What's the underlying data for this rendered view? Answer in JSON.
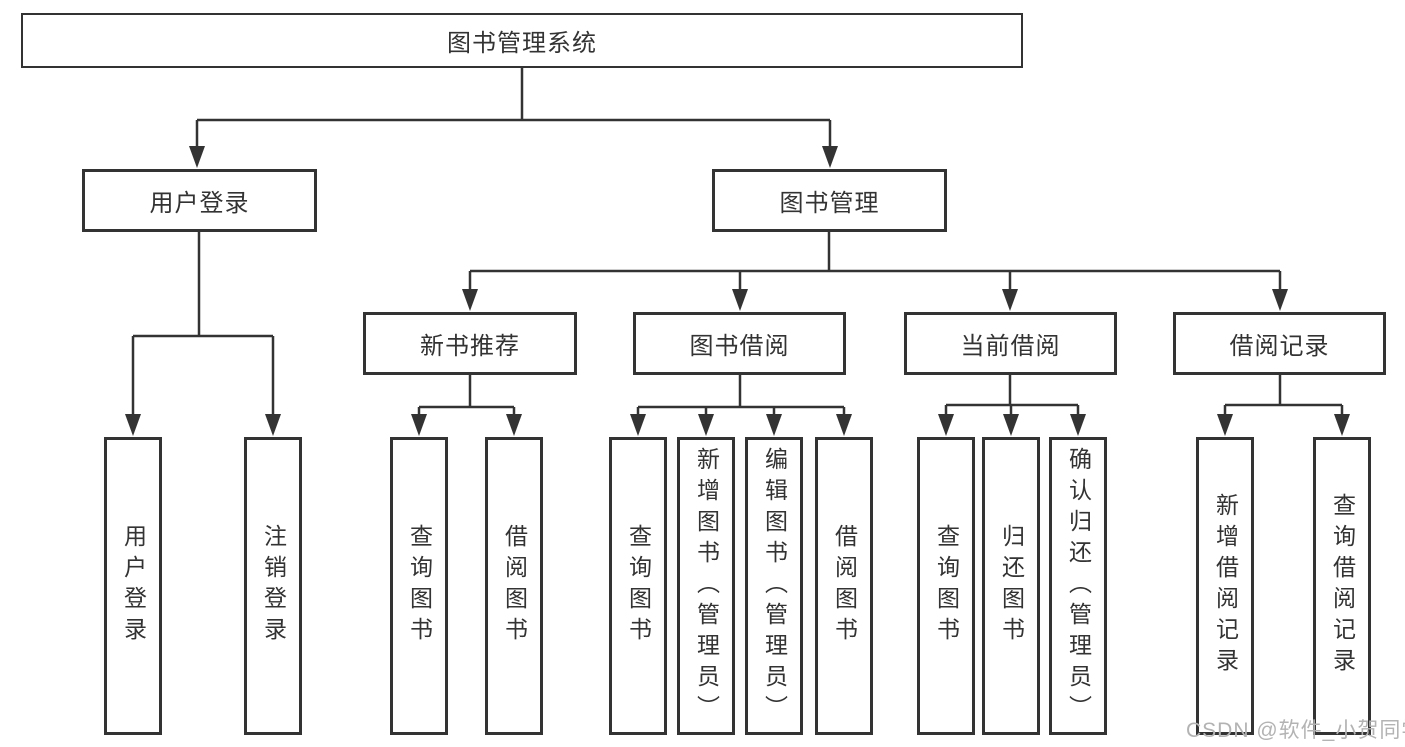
{
  "colors": {
    "line": "#333333",
    "box_border": "#333333",
    "text": "#333333",
    "watermark": "#b3b3b3",
    "background": "#ffffff"
  },
  "watermark": {
    "text": "CSDN @软件_小贺同学"
  },
  "diagram": {
    "root": {
      "label": "图书管理系统"
    },
    "branches": [
      {
        "label": "用户登录",
        "children": [
          {
            "label": "用户登录"
          },
          {
            "label": "注销登录"
          }
        ]
      },
      {
        "label": "图书管理",
        "children": [
          {
            "label": "新书推荐",
            "children": [
              {
                "label": "查询图书"
              },
              {
                "label": "借阅图书"
              }
            ]
          },
          {
            "label": "图书借阅",
            "children": [
              {
                "label": "查询图书"
              },
              {
                "label": "新增图书（管理员）"
              },
              {
                "label": "编辑图书（管理员）"
              },
              {
                "label": "借阅图书"
              }
            ]
          },
          {
            "label": "当前借阅",
            "children": [
              {
                "label": "查询图书"
              },
              {
                "label": "归还图书"
              },
              {
                "label": "确认归还（管理员）"
              }
            ]
          },
          {
            "label": "借阅记录",
            "children": [
              {
                "label": "新增借阅记录"
              },
              {
                "label": "查询借阅记录"
              }
            ]
          }
        ]
      }
    ]
  }
}
